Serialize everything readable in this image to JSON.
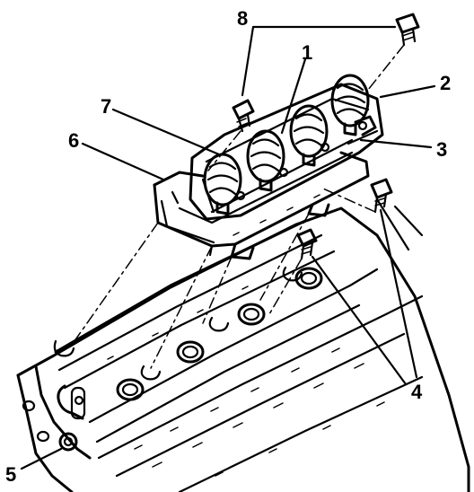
{
  "callouts": {
    "c1": "1",
    "c2": "2",
    "c3": "3",
    "c4": "4",
    "c5": "5",
    "c6": "6",
    "c7": "7",
    "c8": "8"
  },
  "colors": {
    "ink": "#000000",
    "paper": "#ffffff"
  }
}
